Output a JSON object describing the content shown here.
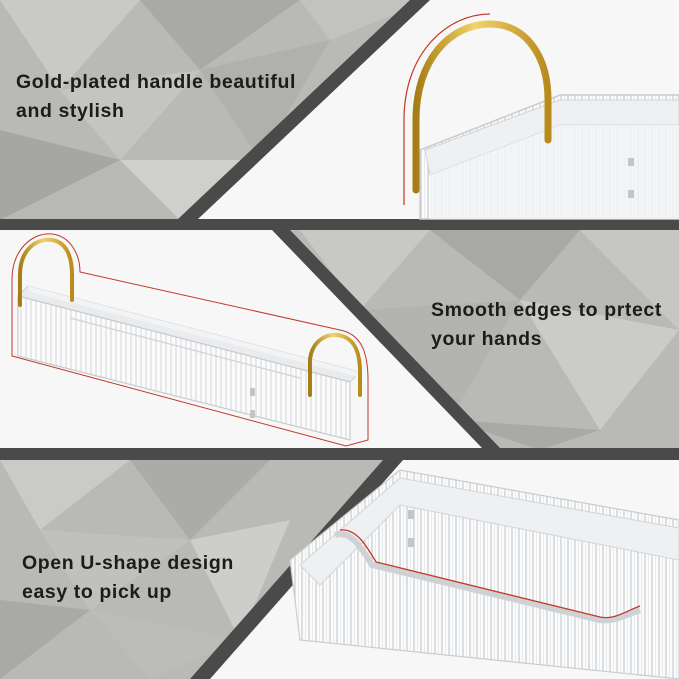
{
  "features": [
    {
      "line1": "Gold-plated handle beautiful",
      "line2": "and stylish"
    },
    {
      "line1": "Smooth edges to prtect",
      "line2": "your hands"
    },
    {
      "line1": "Open U-shape design",
      "line2": "easy to pick up"
    }
  ],
  "colors": {
    "background_stone": "#b9b9b6",
    "divider": "#4a4a4a",
    "gold_handle": "#d9b338",
    "highlight_outline": "#c0392b",
    "caption_text": "#1c1c1c"
  },
  "icons": [
    "gold-handle-icon",
    "storage-tray-icon"
  ]
}
